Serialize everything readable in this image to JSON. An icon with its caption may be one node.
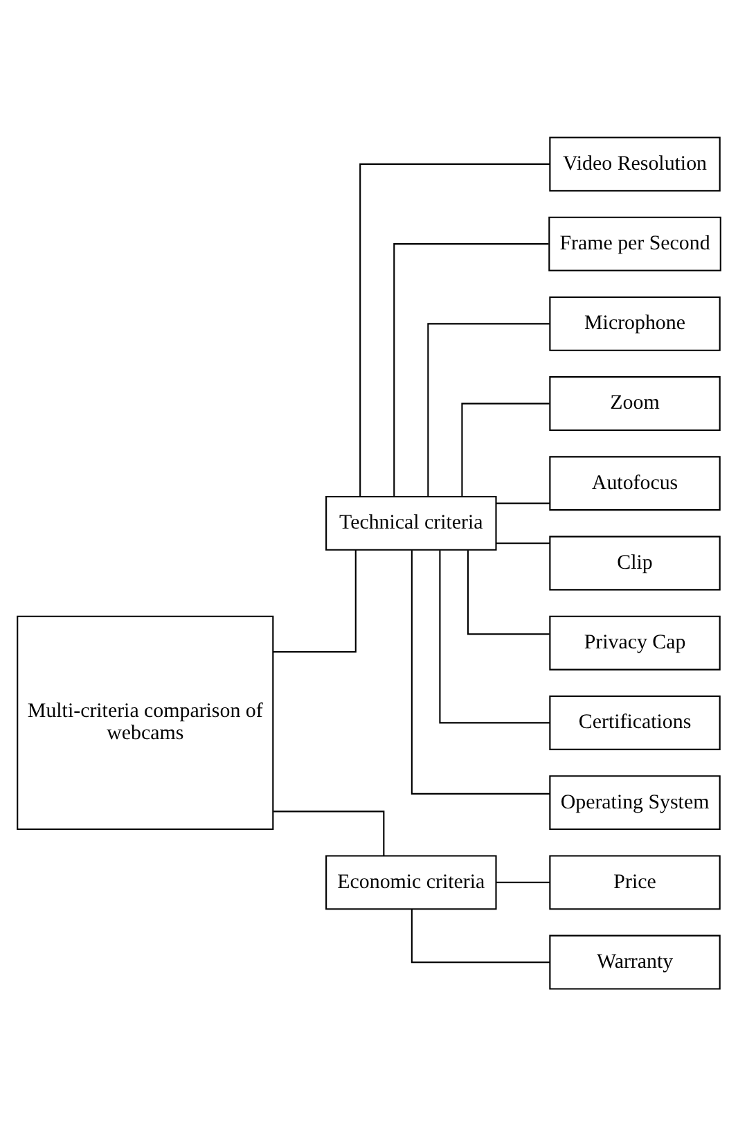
{
  "diagram": {
    "nodes": [
      {
        "text": [
          "Multi-criteria comparison of webcams"
        ]
      },
      {
        "text": [
          "Technical criteria"
        ]
      },
      {
        "text": [
          "Video Resolution"
        ]
      },
      {
        "text": [
          "Frame per Second"
        ]
      },
      {
        "text": [
          "Microphone"
        ]
      },
      {
        "text": [
          "Zoom"
        ]
      },
      {
        "text": [
          "Autofocus"
        ]
      },
      {
        "text": [
          "Clip"
        ]
      },
      {
        "text": [
          "Privacy Cap"
        ]
      },
      {
        "text": [
          "Certifications"
        ]
      },
      {
        "text": [
          "Operating System"
        ]
      },
      {
        "text": [
          "Economic criteria"
        ]
      },
      {
        "text": [
          "Price"
        ]
      },
      {
        "text": [
          "Warranty"
        ]
      }
    ],
    "edges": [
      {
        "from": 0,
        "to": 1,
        "arrow": "none"
      },
      {
        "from": 0,
        "to": 11,
        "arrow": "none"
      },
      {
        "from": 1,
        "to": 2,
        "arrow": "none"
      },
      {
        "from": 1,
        "to": 3,
        "arrow": "none"
      },
      {
        "from": 1,
        "to": 4,
        "arrow": "none"
      },
      {
        "from": 1,
        "to": 5,
        "arrow": "none"
      },
      {
        "from": 1,
        "to": 6,
        "arrow": "none"
      },
      {
        "from": 1,
        "to": 7,
        "arrow": "none"
      },
      {
        "from": 1,
        "to": 8,
        "arrow": "none"
      },
      {
        "from": 1,
        "to": 9,
        "arrow": "none"
      },
      {
        "from": 1,
        "to": 10,
        "arrow": "none"
      },
      {
        "from": 11,
        "to": 12,
        "arrow": "none"
      },
      {
        "from": 11,
        "to": 13,
        "arrow": "none"
      }
    ]
  }
}
